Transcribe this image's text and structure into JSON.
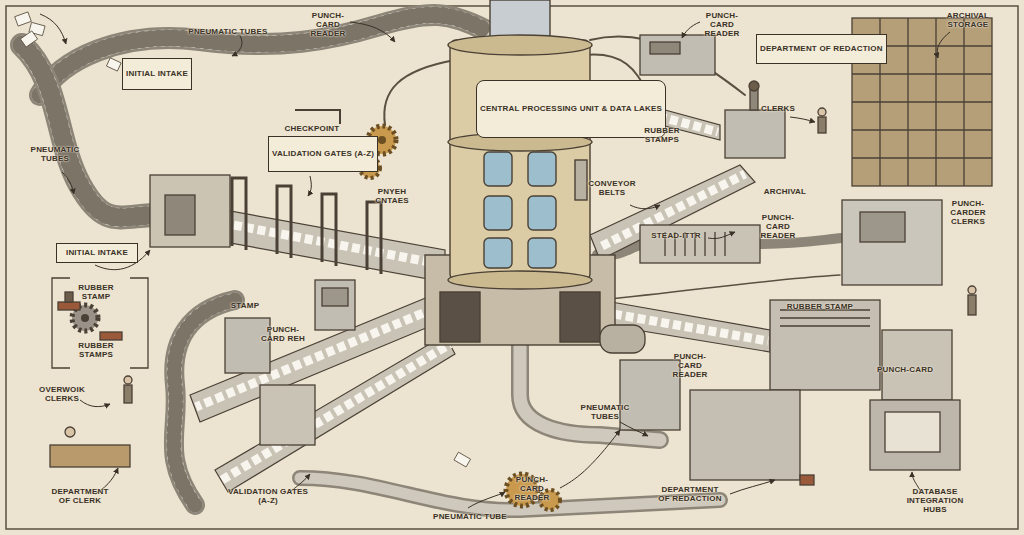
{
  "diagram": {
    "nodes": [
      {
        "text": [
          "INITIAL INTAKE"
        ]
      },
      {
        "text": [
          "VALIDATION GATES (A-Z)"
        ]
      },
      {
        "text": [
          "CENTRAL PROCESSING UNIT & DATA LAKES"
        ]
      },
      {
        "text": [
          "DEPARTMENT OF REDACTION"
        ]
      },
      {
        "text": [
          "INITIAL INTAKE"
        ]
      }
    ],
    "labels": [
      "PNEUMATIC TUBES",
      "PUNCH-CARD READER",
      "PUNCH-CARD READER",
      "ARCHIVAL STORAGE",
      "CHECKPOINT",
      "CLERKS",
      "RUBBER STAMPS",
      "PNEUMATIC TUBES",
      "PNYEH CNTAES",
      "CONVEYOR BELTS",
      "ARCHIVAL",
      "PUNCH-CARDER CLERKS",
      "PUNCH-CARD READER",
      "STEAD-ITTR",
      "RUBBER STAMP",
      "STAMP",
      "RUBBER STAMP",
      "PUNCH-CARD REH",
      "RUBBER STAMPS",
      "PUNCH-CARD READER",
      "PUNCH-CARD",
      "OVERWOIK CLERKS",
      "PNEUMATIC TUBES",
      "PUNCH-CARD READER",
      "DEPARTMENT OF CLERK",
      "VALIDATION GATES (A-Z)",
      "DEPARTMENT OF REDACTION",
      "DATABASE INTEGRATION HUBS",
      "PNEUMATIC TUBE"
    ]
  }
}
